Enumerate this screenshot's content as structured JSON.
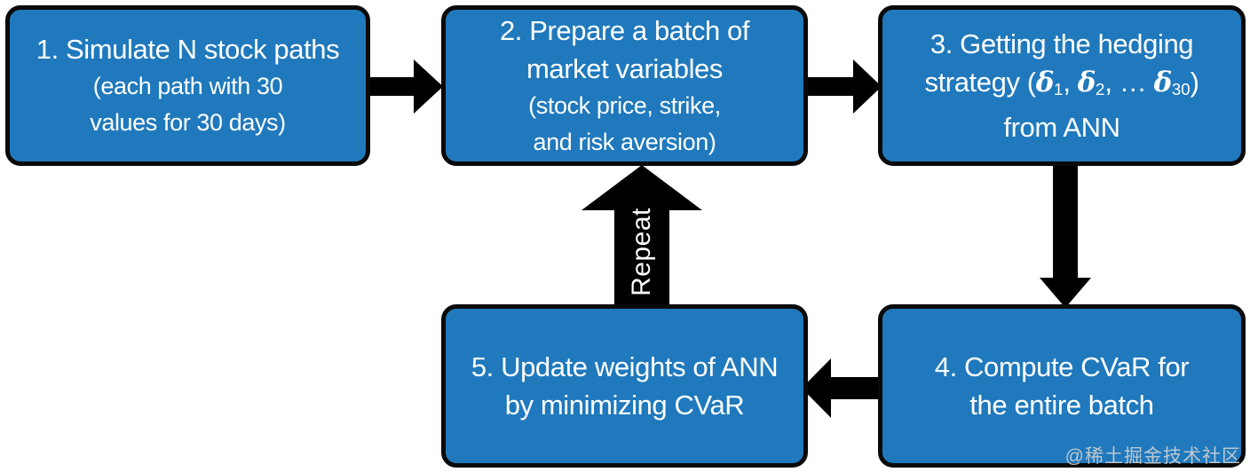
{
  "colors": {
    "box_fill": "#2079bc",
    "box_border": "#0a0a0a",
    "box_text": "#ffffff",
    "arrow": "#000000",
    "background": "#ffffff"
  },
  "boxes": {
    "box1": {
      "line1": "1. Simulate N stock paths",
      "line2": "(each path with 30",
      "line3": "values for 30 days)"
    },
    "box2": {
      "line1": "2. Prepare a batch of",
      "line2": "market variables",
      "line3": "(stock price, strike,",
      "line4": "and risk aversion)"
    },
    "box3": {
      "line1": "3. Getting the hedging",
      "line2_pre": "strategy (",
      "delta1": "δ",
      "delta1_sub": "1",
      "sep1": ", ",
      "delta2": "δ",
      "delta2_sub": "2",
      "sep2": ", … ",
      "delta3": "δ",
      "delta3_sub": "30",
      "line2_post": ")",
      "line3": "from ANN"
    },
    "box4": {
      "line1": "4. Compute CVaR for",
      "line2": "the entire batch"
    },
    "box5": {
      "line1": "5. Update weights of ANN",
      "line2": "by minimizing CVaR"
    }
  },
  "arrows": {
    "repeat_label": "Repeat"
  },
  "watermark": "@稀土掘金技术社区"
}
